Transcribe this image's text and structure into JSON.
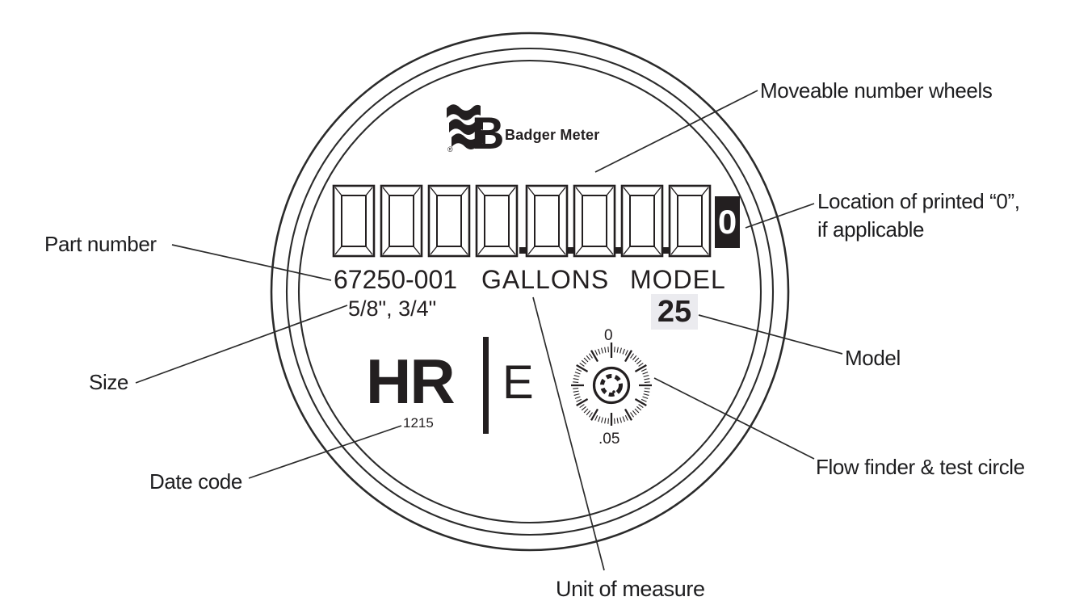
{
  "colors": {
    "ink": "#231f20",
    "line": "#2b2b2b",
    "model_highlight": "#ebebef"
  },
  "brand": {
    "logo_icon": "badger-meter-waves-logo",
    "name": "Badger Meter",
    "registered_mark": "®"
  },
  "meter_face": {
    "part_number": "67250-001",
    "unit_of_measure": "GALLONS",
    "model_word": "MODEL",
    "model_number": "25",
    "size": "5/8\", 3/4\"",
    "series_left": "HR",
    "series_right": "E",
    "date_code": "1215",
    "printed_zero": "0",
    "number_wheels": {
      "count": 8,
      "decimal_points": 4,
      "digits_shown": ""
    },
    "flow_finder": {
      "top_label": "0",
      "bottom_label": ".05"
    }
  },
  "callouts": {
    "moveable_wheels": "Moveable number wheels",
    "printed_zero": "Location of printed “0”,\nif applicable",
    "part_number": "Part number",
    "size": "Size",
    "date_code": "Date code",
    "model": "Model",
    "flow_finder": "Flow finder & test circle",
    "unit_of_measure": "Unit of measure"
  }
}
